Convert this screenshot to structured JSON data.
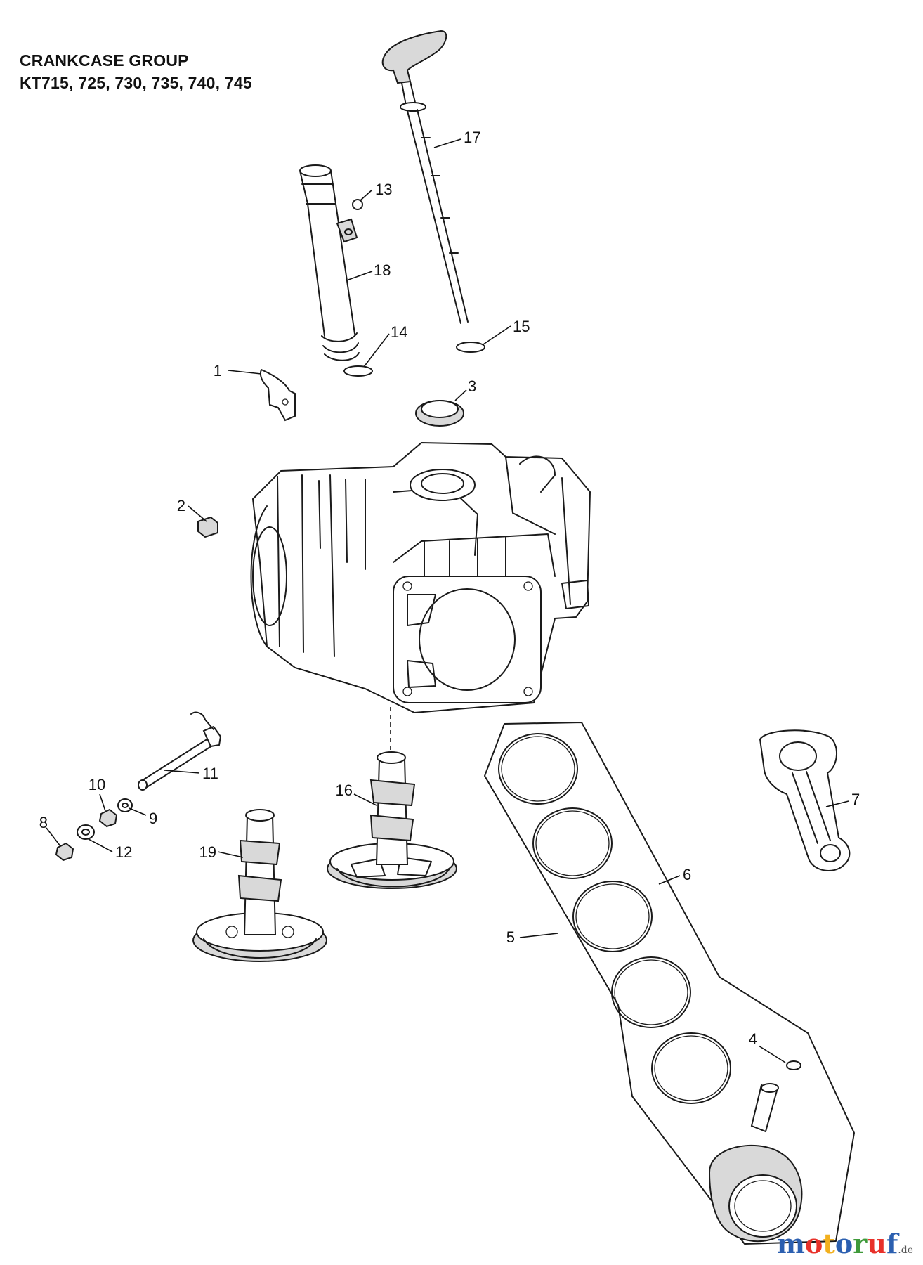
{
  "title": {
    "line1": "CRANKCASE GROUP",
    "line2": "KT715, 725, 730, 735, 740, 745"
  },
  "callouts": [
    "1",
    "2",
    "3",
    "4",
    "5",
    "6",
    "7",
    "8",
    "9",
    "10",
    "11",
    "12",
    "13",
    "14",
    "15",
    "16",
    "17",
    "18",
    "19"
  ],
  "watermark": {
    "letters": [
      "m",
      "o",
      "t",
      "o",
      "r",
      "u",
      "f"
    ],
    "suffix": ".de",
    "colors": [
      "#2b5fb0",
      "#e8312a",
      "#f2b01e",
      "#2b5fb0",
      "#3f9a3a",
      "#e8312a",
      "#2b5fb0"
    ]
  }
}
